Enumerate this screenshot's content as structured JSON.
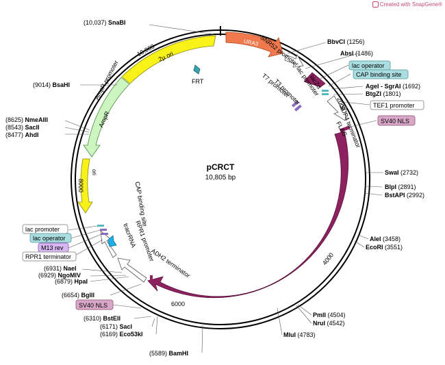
{
  "watermark": "Created with SnapGene®",
  "plasmid": {
    "name": "pCRCT",
    "size": "10,805 bp"
  },
  "ticks": [
    "10,000",
    "2000",
    "4000",
    "6000",
    "8000"
  ],
  "sites": [
    {
      "pos": "(10,037)",
      "name": "SnaBI"
    },
    {
      "pos": "(9014)",
      "name": "BsaHI"
    },
    {
      "pos": "(8625)",
      "name": "NmeAIII"
    },
    {
      "pos": "(8543)",
      "name": "SacII"
    },
    {
      "pos": "(8477)",
      "name": "AhdI"
    },
    {
      "pos": "(1256)",
      "name": "BbvCI"
    },
    {
      "pos": "(1486)",
      "name": "AbsI"
    },
    {
      "pos": "(1692)",
      "name": "AgeI - SgrAI"
    },
    {
      "pos": "(1801)",
      "name": "BtgZI"
    },
    {
      "pos": "(2732)",
      "name": "SwaI"
    },
    {
      "pos": "(2891)",
      "name": "BlpI"
    },
    {
      "pos": "(2992)",
      "name": "BstAPI"
    },
    {
      "pos": "(3458)",
      "name": "AleI"
    },
    {
      "pos": "(3551)",
      "name": "EcoRI"
    },
    {
      "pos": "(4504)",
      "name": "PmlI"
    },
    {
      "pos": "(4542)",
      "name": "NruI"
    },
    {
      "pos": "(4783)",
      "name": "MluI"
    },
    {
      "pos": "(5589)",
      "name": "BamHI"
    },
    {
      "pos": "(6169)",
      "name": "Eco53kI"
    },
    {
      "pos": "(6171)",
      "name": "SacI"
    },
    {
      "pos": "(6310)",
      "name": "BstEII"
    },
    {
      "pos": "(6654)",
      "name": "BglII"
    },
    {
      "pos": "(6879)",
      "name": "HpaI"
    },
    {
      "pos": "(6929)",
      "name": "NgoMIV"
    },
    {
      "pos": "(6931)",
      "name": "NaeI"
    }
  ],
  "features": {
    "two_micron_ori": "2µ ori",
    "ura3": "URA3",
    "snr52_promoter": "SNR52 promoter",
    "lacz_alpha": "lacZα",
    "lac_promoter_right": "lac promoter",
    "t7_promoter": "T7 promoter",
    "t3_promoter": "T3 promoter",
    "sup4_terminator": "SUP4 terminator",
    "flag": "FLAG",
    "cas9": "Cas9",
    "adh2_terminator": "ADH2 terminator",
    "rpr1_promoter": "RPR1 promoter",
    "tracrrna": "tracrRNA",
    "cap_binding_site_left": "CAP binding site",
    "ampr_promoter": "AmpR promoter",
    "ampr": "AmpR",
    "ori": "ori",
    "frt": "FRT"
  },
  "boxes": {
    "lac_operator_right": "lac operator",
    "cap_binding_site_right": "CAP binding site",
    "tef1_promoter": "TEF1 promoter",
    "sv40_nls_right": "SV40 NLS",
    "lac_promoter_left": "lac promoter",
    "lac_operator_left": "lac operator",
    "m13_rev": "M13 rev",
    "rpr1_terminator": "RPR1 terminator",
    "sv40_nls_left": "SV40 NLS"
  },
  "colors": {
    "cas9": "#8e2160",
    "lacz": "#8e2160",
    "ura3": "#f07a4e",
    "two_micron": "#f8f218",
    "ori": "#f8f218",
    "ampr": "#ccf5c0",
    "promoter": "#ffffff",
    "cap_box": "#a9dde0",
    "nls_box": "#d9a8c8",
    "m13_box": "#d8b6f2",
    "frt": "#38a3b0",
    "tracr": "#20b0e8"
  }
}
